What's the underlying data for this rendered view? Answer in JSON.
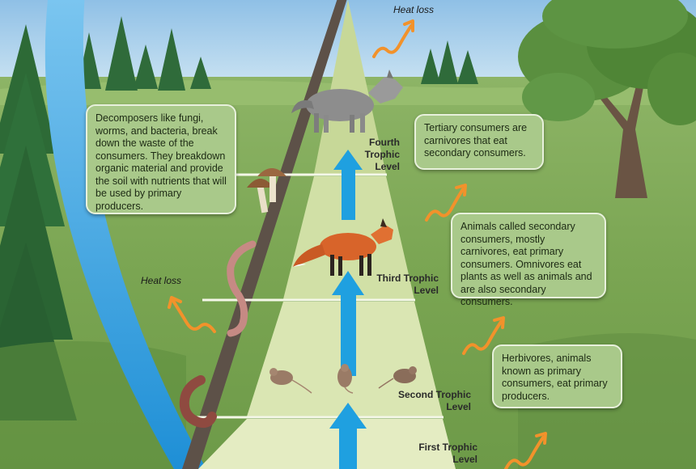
{
  "callouts": {
    "decomposers": "Decomposers like fungi, worms, and bacteria, break down the waste of the consumers. They breakdown organic material and provide the soil with nutrients that will be used by primary producers.",
    "tertiary": "Tertiary consumers are carnivores that eat secondary consumers.",
    "secondary": "Animals called secondary consumers, mostly carnivores, eat primary consumers. Omnivores eat plants as well as animals and are also secondary consumers.",
    "primary": "Herbivores, animals known as primary consumers, eat primary producers."
  },
  "levels": {
    "fourth": "Fourth Trophic Level",
    "third": "Third Trophic Level",
    "second": "Second Trophic Level",
    "first": "First Trophic Level"
  },
  "heat_loss": {
    "top": "Heat loss",
    "left": "Heat loss"
  },
  "colors": {
    "sky": "#a9cdea",
    "grass": "#7fa55a",
    "pyramid_top": "#c8d99a",
    "pyramid_bottom": "#e3ecc0",
    "arrow_blue": "#1fa0e0",
    "heat_orange": "#f2922b",
    "callout_fill": "#a9c98a"
  },
  "icons": {
    "energy_arrow": "up-arrow-icon",
    "heat": "wavy-arrow-icon",
    "wolf": "wolf-icon",
    "fox": "fox-icon",
    "mouse": "mouse-icon",
    "mushroom": "mushroom-icon",
    "worm": "worm-icon"
  }
}
